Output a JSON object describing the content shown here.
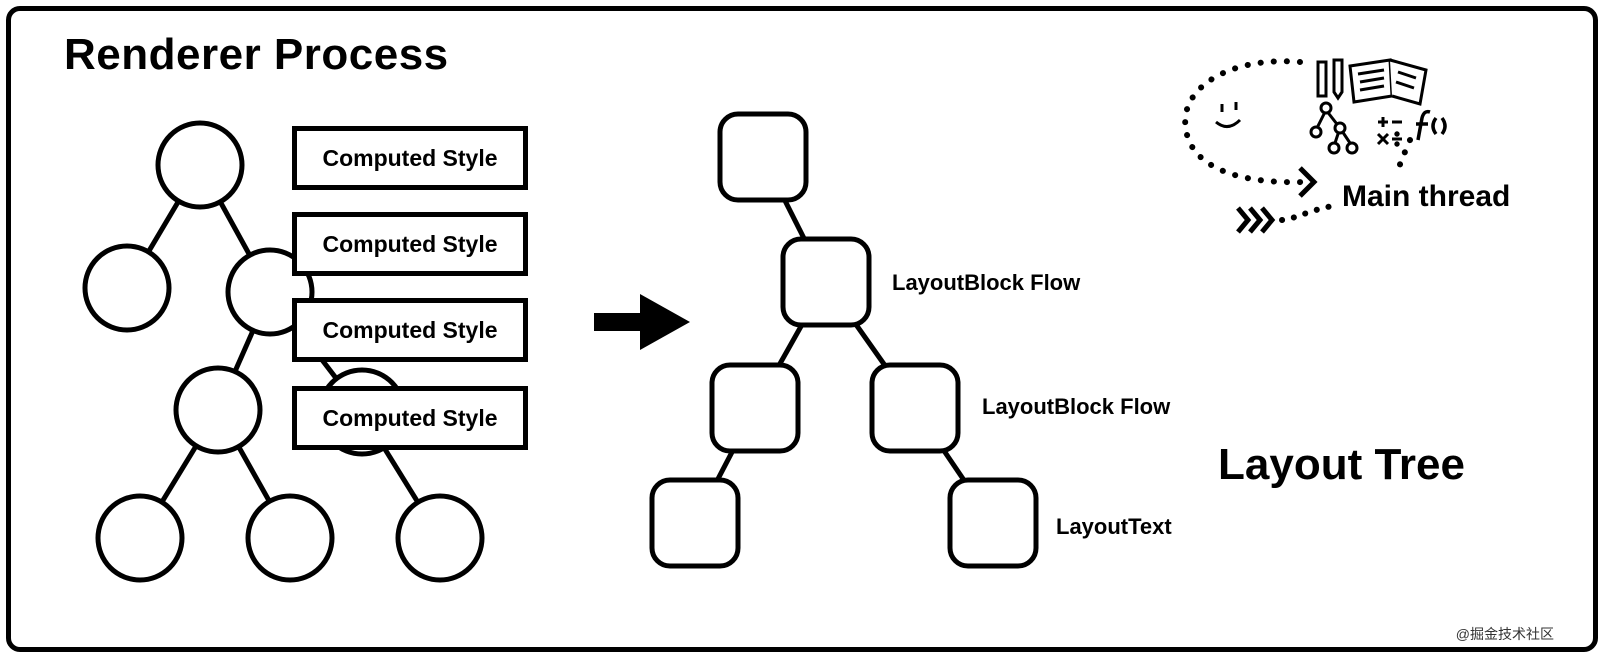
{
  "renderer": {
    "title": "Renderer Process",
    "computed_style_labels": [
      "Computed Style",
      "Computed Style",
      "Computed Style",
      "Computed Style"
    ]
  },
  "layout_tree": {
    "title": "Layout Tree",
    "node_labels": [
      "LayoutBlock Flow",
      "LayoutBlock Flow",
      "LayoutText"
    ]
  },
  "thread": {
    "label": "Main thread",
    "icons": [
      "smiley-icon",
      "pencil-icon",
      "book-icon",
      "tree-icon",
      "math-icon",
      "function-icon",
      "arrow-icon"
    ]
  },
  "watermark": "@掘金技术社区"
}
